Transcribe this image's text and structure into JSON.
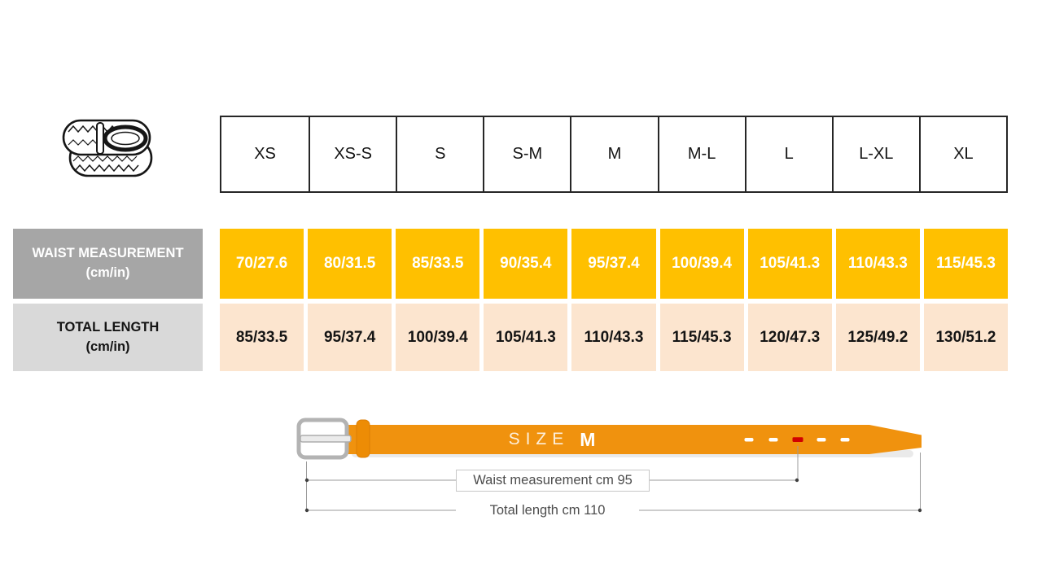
{
  "chart_data": {
    "type": "table",
    "categories": [
      "XS",
      "XS-S",
      "S",
      "S-M",
      "M",
      "M-L",
      "L",
      "L-XL",
      "XL"
    ],
    "series": [
      {
        "name": "WAIST MEASUREMENT (cm/in)",
        "values": [
          "70/27.6",
          "80/31.5",
          "85/33.5",
          "90/35.4",
          "95/37.4",
          "100/39.4",
          "105/41.3",
          "110/43.3",
          "115/45.3"
        ]
      },
      {
        "name": "TOTAL LENGTH (cm/in)",
        "values": [
          "85/33.5",
          "95/37.4",
          "100/39.4",
          "105/41.3",
          "110/43.3",
          "115/45.3",
          "120/47.3",
          "125/49.2",
          "130/51.2"
        ]
      }
    ],
    "legend_position": "left-row-labels",
    "grid": true
  },
  "table": {
    "sizes": [
      "XS",
      "XS-S",
      "S",
      "S-M",
      "M",
      "M-L",
      "L",
      "L-XL",
      "XL"
    ],
    "waist": {
      "label": "WAIST MEASUREMENT",
      "unit": "(cm/in)",
      "values": [
        "70/27.6",
        "80/31.5",
        "85/33.5",
        "90/35.4",
        "95/37.4",
        "100/39.4",
        "105/41.3",
        "110/43.3",
        "115/45.3"
      ]
    },
    "length": {
      "label": "TOTAL LENGTH",
      "unit": "(cm/in)",
      "values": [
        "85/33.5",
        "95/37.4",
        "100/39.4",
        "105/41.3",
        "110/43.3",
        "115/45.3",
        "120/47.3",
        "125/49.2",
        "130/51.2"
      ]
    }
  },
  "diagram": {
    "size_label": "SIZE",
    "size_value": "M",
    "waist_annotation": "Waist measurement cm 95",
    "length_annotation": "Total length cm 110"
  },
  "colors": {
    "gold_row": "#FFC000",
    "peach_row": "#FCE5CF",
    "waist_label_bg": "#A6A6A6",
    "length_label_bg": "#D9D9D9",
    "belt_orange": "#F0920E",
    "hole_red": "#D10000",
    "dimension_line": "#9B9B9B"
  }
}
